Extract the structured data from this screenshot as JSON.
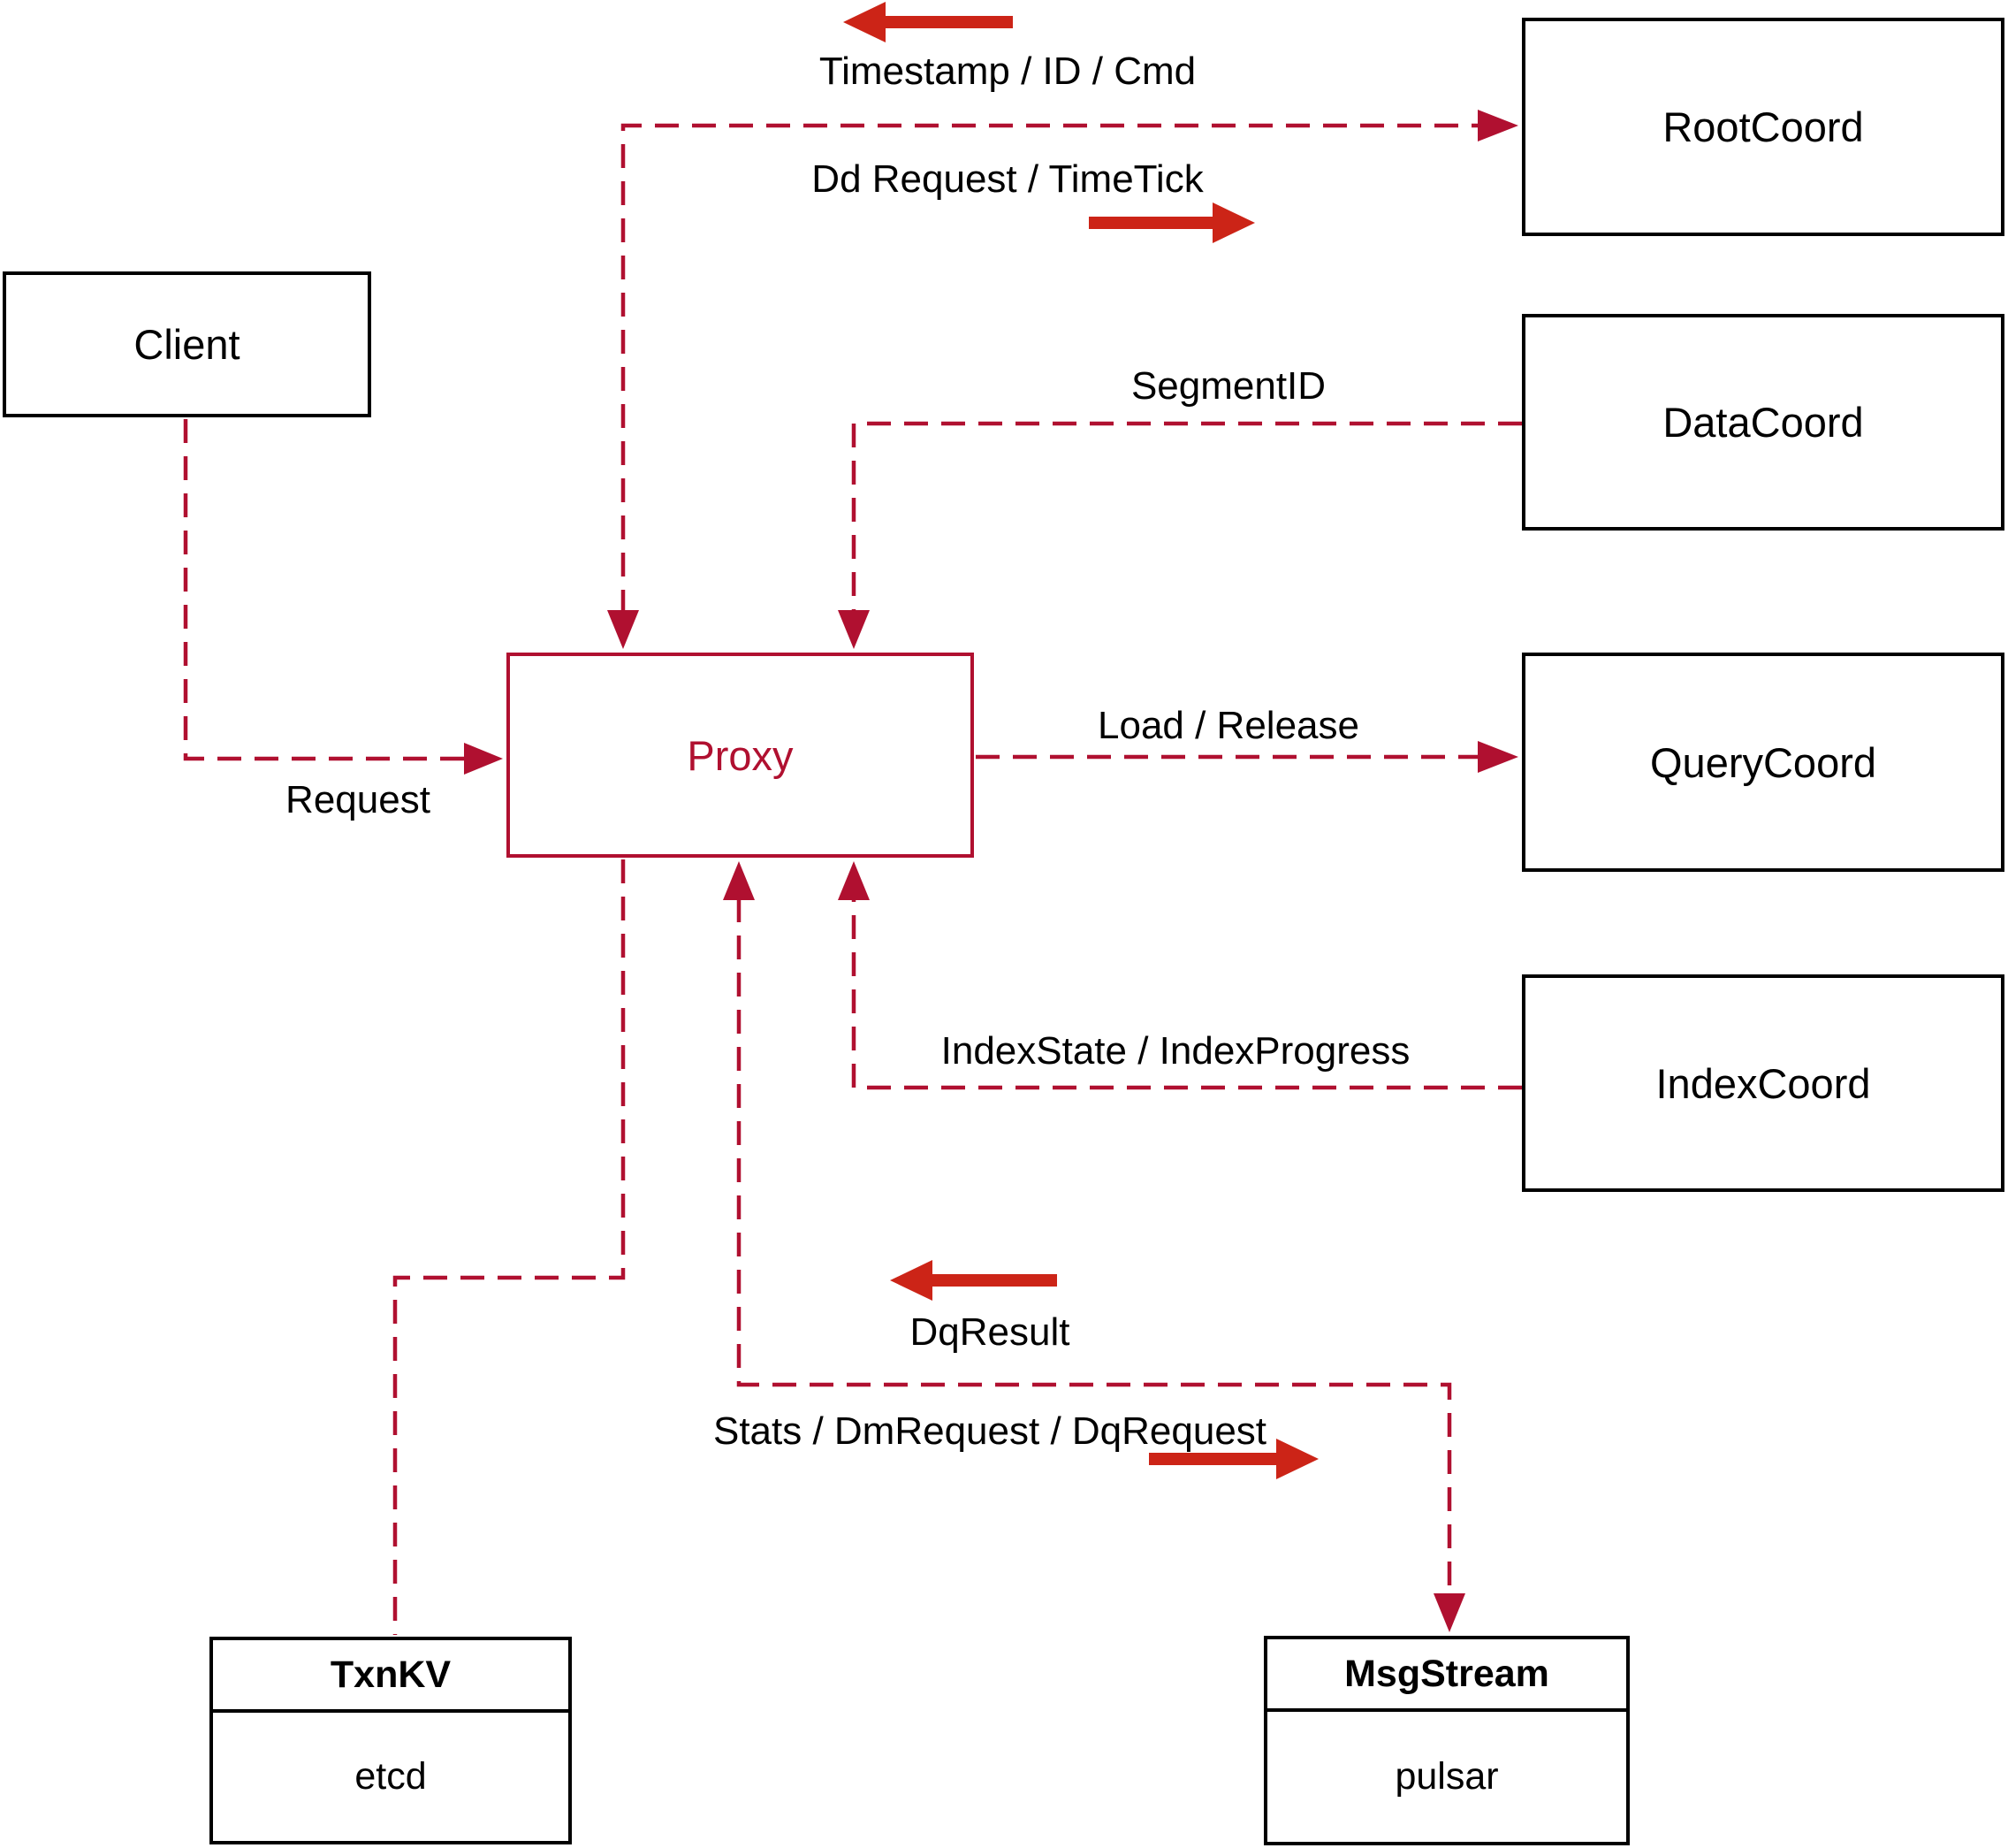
{
  "colors": {
    "path_red": "#b01030",
    "arrow_red": "#cc2417",
    "box_border": "#000000",
    "text": "#000000",
    "background": "#ffffff"
  },
  "nodes": {
    "client": {
      "label": "Client"
    },
    "rootcoord": {
      "label": "RootCoord"
    },
    "datacoord": {
      "label": "DataCoord"
    },
    "querycoord": {
      "label": "QueryCoord"
    },
    "indexcoord": {
      "label": "IndexCoord"
    },
    "proxy": {
      "label": "Proxy"
    },
    "txnkv": {
      "title": "TxnKV",
      "subtitle": "etcd"
    },
    "msgstream": {
      "title": "MsgStream",
      "subtitle": "pulsar"
    }
  },
  "edge_labels": {
    "timestamp_id_cmd": "Timestamp / ID / Cmd",
    "dd_request_timetick": "Dd Request / TimeTick",
    "segment_id": "SegmentID",
    "request": "Request",
    "load_release": "Load / Release",
    "index_state_progress": "IndexState / IndexProgress",
    "dq_result": "DqResult",
    "stats_dm_dq": "Stats / DmRequest / DqRequest"
  }
}
